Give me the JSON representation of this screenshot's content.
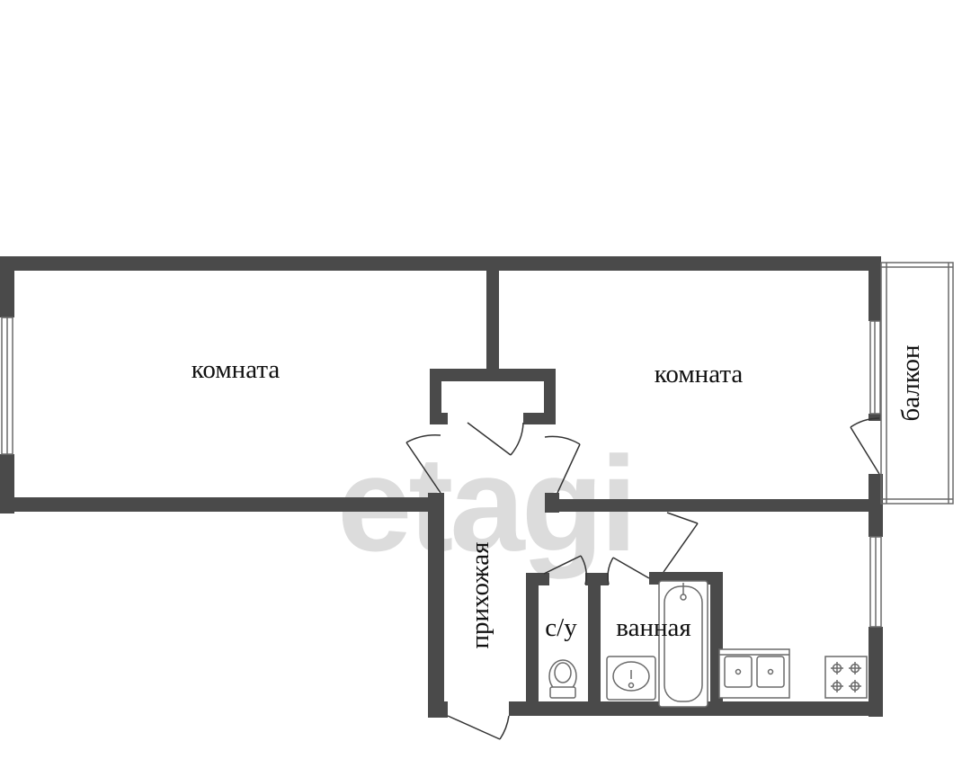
{
  "watermark": "etagi",
  "rooms": {
    "room_left": "комната",
    "room_right": "комната",
    "balcony": "балкон",
    "hallway": "прихожая",
    "wc": "с/у",
    "bathroom": "ванная"
  },
  "colors": {
    "wall": "#4a4a4a",
    "watermark": "#dcdcdc",
    "text": "#111111"
  }
}
